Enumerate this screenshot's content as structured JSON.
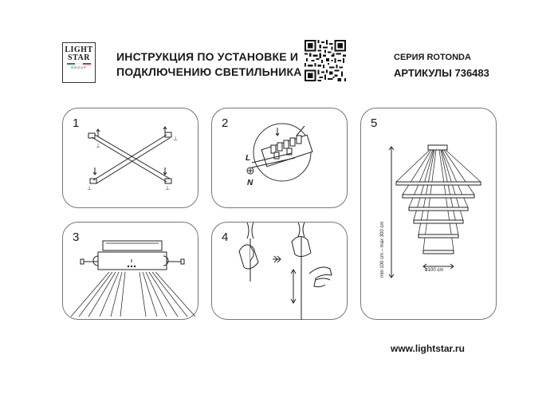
{
  "logo": {
    "line1": "LIGHT",
    "line2": "STAR",
    "line3": "GROUP",
    "flag_colors": [
      "#1d8a3a",
      "#ffffff",
      "#d42a2a"
    ]
  },
  "header": {
    "title": "ИНСТРУКЦИЯ ПО УСТАНОВКЕ И\nПОДКЛЮЧЕНИЮ СВЕТИЛЬНИКА",
    "series": "СЕРИЯ ROTONDA",
    "article": "АРТИКУЛЫ 736483"
  },
  "steps": [
    {
      "number": "1"
    },
    {
      "number": "2",
      "labels": {
        "live": "L",
        "neutral": "N"
      }
    },
    {
      "number": "3"
    },
    {
      "number": "4"
    },
    {
      "number": "5",
      "dims": {
        "height": "min 100 cm – max 300 cm",
        "diameter": "ø100 cm"
      }
    }
  ],
  "footer": {
    "url": "www.lightstar.ru"
  }
}
